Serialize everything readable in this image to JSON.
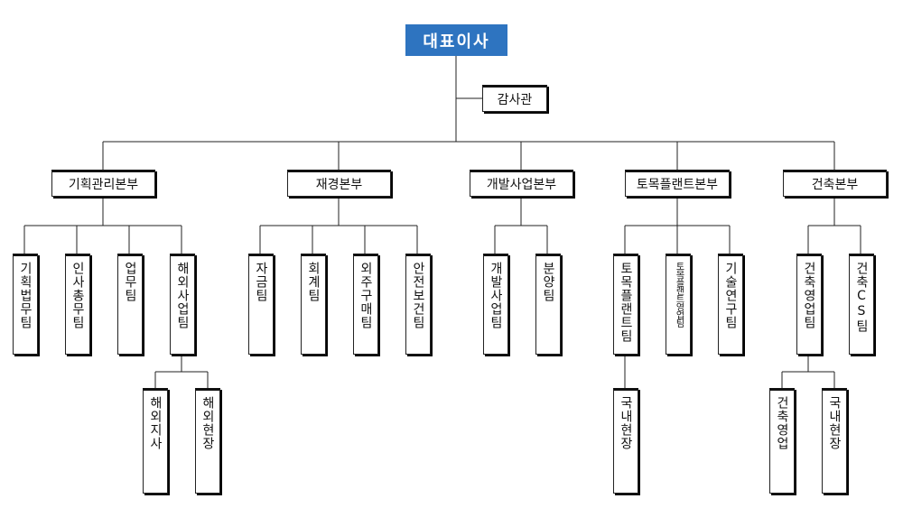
{
  "ceo": "대표이사",
  "auditor": "감사관",
  "divisions": {
    "planning": "기획관리본부",
    "finance": "재경본부",
    "development": "개발사업본부",
    "civil": "토목플랜트본부",
    "architecture": "건축본부"
  },
  "teams": {
    "planning_law": "기획법무팀",
    "hr_admin": "인사총무팀",
    "business": "업무팀",
    "overseas_biz": "해외사업팀",
    "funds": "자금팀",
    "accounting": "회계팀",
    "purchasing": "외주구매팀",
    "safety": "안전보건팀",
    "dev_biz": "개발사업팀",
    "sales": "분양팀",
    "civil_plant": "토목플랜트팀",
    "civil_sales": "토목플랜트영업팀",
    "tech_research": "기술연구팀",
    "arch_sales": "건축영업팀",
    "arch_cs": "건축CS팀"
  },
  "subunits": {
    "overseas_branch": "해외지사",
    "overseas_site": "해외현장",
    "civil_domestic_site": "국내현장",
    "arch_sales_unit": "건축영업",
    "arch_domestic_site": "국내현장"
  }
}
